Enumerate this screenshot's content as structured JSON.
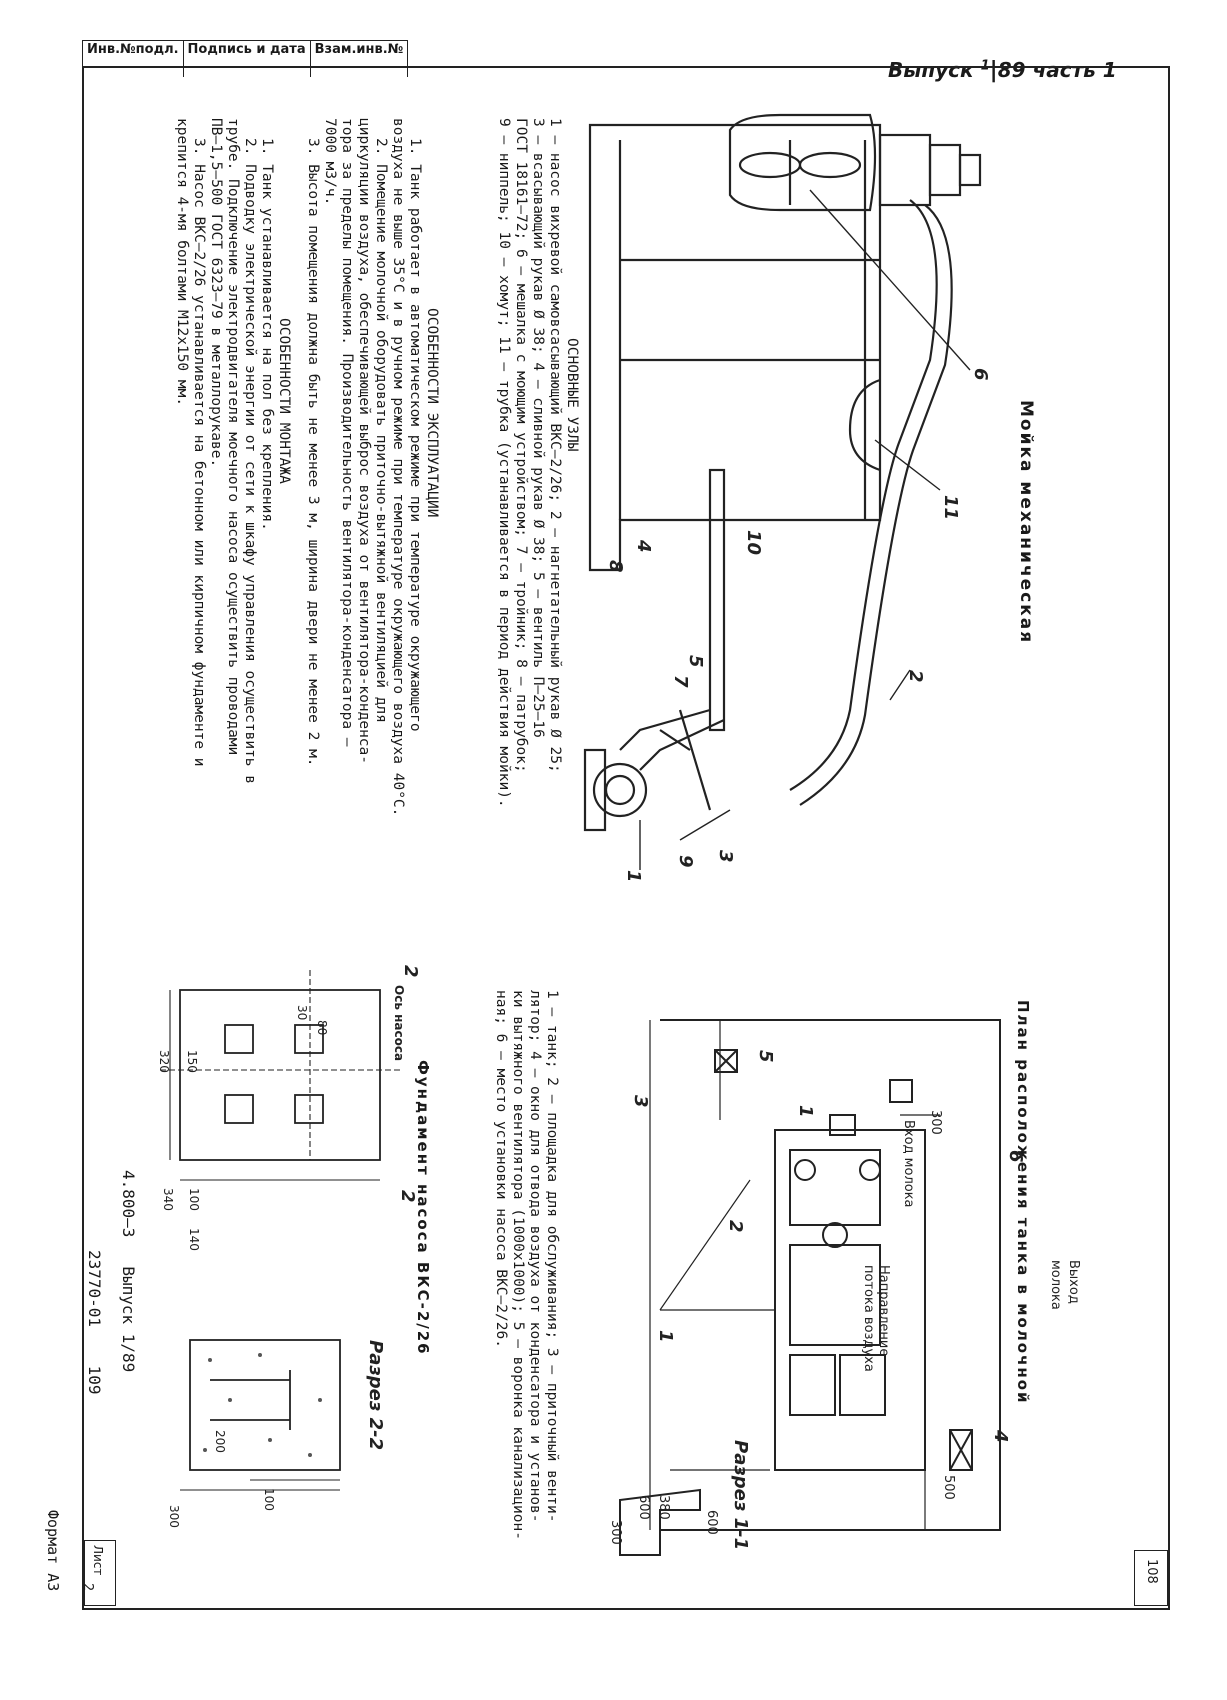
{
  "stamp": {
    "inv_no": "Инв.№подл.",
    "sign_date": "Подпись и дата",
    "vzam_inv": "Взам.инв.№"
  },
  "header": {
    "issue": "Выпуск",
    "issue_num": "1",
    "issue_code": "89",
    "part": "часть 1"
  },
  "drawing_main": {
    "title": "Мойка механическая",
    "callouts": [
      "1",
      "2",
      "3",
      "4",
      "5",
      "6",
      "7",
      "8",
      "9",
      "10",
      "11"
    ]
  },
  "main_nodes": {
    "heading": "ОСНОВНЫЕ УЗЛЫ",
    "lines": [
      "1 – насос вихревой самовсасывающий ВКС–2/26; 2 – нагнетательный рукав Ø 25;",
      "3 – всасывающий рукав Ø 38; 4 – сливной рукав Ø 38; 5 – вентиль П–25–16",
      "ГОСТ 18161–72; 6 – мешалка с моющим устройством; 7 – тройник; 8 – патрубок;",
      "9 – ниппель; 10 – хомут; 11 – трубка (устанавливается в период действия мойки)."
    ]
  },
  "operation": {
    "heading": "ОСОБЕННОСТИ ЭКСПЛУАТАЦИИ",
    "lines": [
      "1. Танк работает в автоматическом режиме при температуре окружающего",
      "воздуха не выше 35°С и в ручном режиме при температуре окружающего воздуха 40°С.",
      "2. Помещение молочной оборудовать приточно-вытяжной вентиляцией для",
      "циркуляции воздуха, обеспечивающей выброс воздуха от вентилятора-конденса-",
      "тора за пределы помещения. Производительность вентилятора-конденсатора –",
      "7000 м3/ч.",
      "3. Высота помещения должна быть не менее 3 м, ширина двери не менее 2 м."
    ]
  },
  "mounting": {
    "heading": "ОСОБЕННОСТИ МОНТАЖА",
    "lines": [
      "1. Танк устанавливается на пол без крепления.",
      "2. Подводку электрической энергии от сети к шкафу управления осуществить в",
      "трубе. Подключение электродвигателя моечного насоса осуществить проводами",
      "ПВ–1,5–500 ГОСТ 6323–79 в металлорукаве.",
      "3. Насос ВКС–2/26 устанавливается на бетонном или кирпичном фундаменте и",
      "крепится 4-мя болтами М12х150 мм."
    ]
  },
  "plan": {
    "title": "План расположения танка в молочной",
    "milk_out": "Выход",
    "milk_out_2": "молока",
    "milk_in": "Вход молока",
    "air_dir_1": "Направление",
    "air_dir_2": "потока воздуха",
    "dim_300": "300",
    "dim_500": "500",
    "dim_600": "600",
    "dim_300b": "300",
    "dim_600v": "600",
    "dim_380": "380",
    "section_label": "Разрез 1-1",
    "callouts": [
      "1",
      "2",
      "3",
      "4",
      "5",
      "6",
      "1"
    ]
  },
  "plan_legend": {
    "lines": [
      "1 – танк; 2 – площадка для обслуживания; 3 – приточный венти-",
      "лятор; 4 – окно для отвода воздуха от конденсатора и установ-",
      "ки вытяжного вентилятора (1000х1000); 5 – воронка канализацион-",
      "ная; 6 – место установки насоса ВКС–2/26."
    ]
  },
  "foundation": {
    "title": "Фундамент насоса ВКС-2/26",
    "axis_label": "Ось насоса",
    "section_label": "Разрез 2-2",
    "cut_left": "2",
    "cut_right": "2",
    "dims": {
      "d80": "80",
      "d30": "30",
      "d150": "150",
      "d320": "320",
      "d100": "100",
      "d140": "140",
      "d340": "340",
      "d200": "200",
      "d100b": "100",
      "d300": "300"
    }
  },
  "titleblock": {
    "code": "4.800–3",
    "issue": "Выпуск 1/89",
    "sheet_label": "Лист",
    "sheet_num": "2",
    "inv": "23770-01",
    "page": "109",
    "format": "Формат А3",
    "corner_page": "108"
  }
}
